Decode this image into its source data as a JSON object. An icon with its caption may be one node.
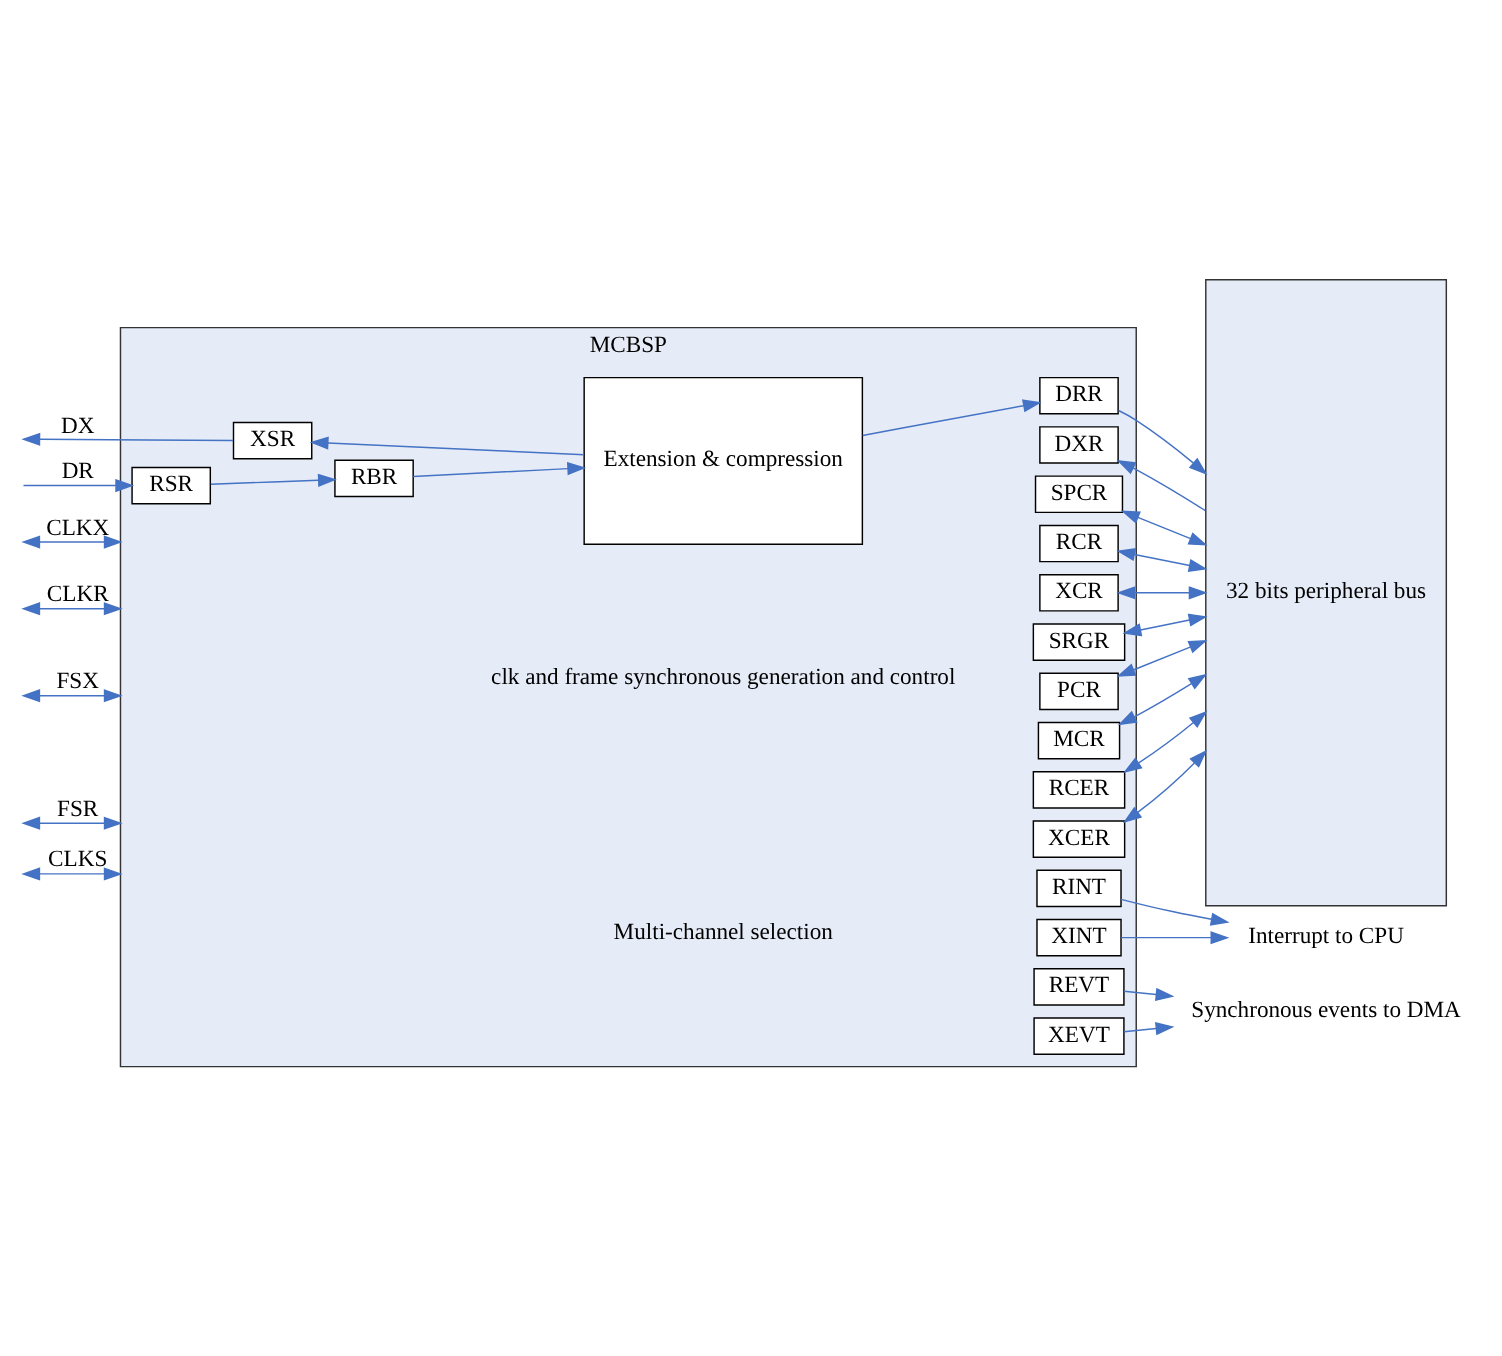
{
  "diagram": {
    "nodes": [
      {
        "text": [
          "MCBSP"
        ]
      },
      {
        "text": [
          "RSR"
        ],
        "in": 0
      },
      {
        "text": [
          "RBR"
        ],
        "in": 0
      },
      {
        "text": [
          "Extension & compression"
        ],
        "in": 0
      },
      {
        "text": [
          "DRR"
        ],
        "in": 0
      },
      {
        "text": [
          "DXR"
        ],
        "in": 0
      },
      {
        "text": [
          "XSR"
        ],
        "in": 0
      },
      {
        "text": [
          "SPCR"
        ],
        "in": 0
      },
      {
        "text": [
          "RCR"
        ],
        "in": 0
      },
      {
        "text": [
          "XCR"
        ],
        "in": 0
      },
      {
        "text": [
          "SRGR"
        ],
        "in": 0
      },
      {
        "text": [
          "PCR"
        ],
        "in": 0
      },
      {
        "text": [
          "MCR"
        ],
        "in": 0
      },
      {
        "text": [
          "RCER"
        ],
        "in": 0
      },
      {
        "text": [
          "XCER"
        ],
        "in": 0
      },
      {
        "text": [
          "RINT"
        ],
        "in": 0
      },
      {
        "text": [
          "XINT"
        ],
        "in": 0
      },
      {
        "text": [
          "REVT"
        ],
        "in": 0
      },
      {
        "text": [
          "XEVT"
        ],
        "in": 0
      },
      {
        "text": [
          "32 bits peripheral bus"
        ]
      },
      {
        "text": [
          "Interrupt to CPU"
        ]
      },
      {
        "text": [
          "Synchronous events to DMA"
        ]
      }
    ],
    "edges": [
      {
        "from": null,
        "to": 1,
        "arrow": "to",
        "label": "DR"
      },
      {
        "from": 1,
        "to": 2,
        "arrow": "to"
      },
      {
        "from": 2,
        "to": 3,
        "arrow": "to"
      },
      {
        "from": 3,
        "to": 4,
        "arrow": "to"
      },
      {
        "from": 4,
        "to": 19,
        "arrow": "to"
      },
      {
        "from": 19,
        "to": 5,
        "arrow": "to"
      },
      {
        "from": 3,
        "to": 6,
        "arrow": "to"
      },
      {
        "from": 6,
        "to": null,
        "arrow": "to",
        "label": "DX"
      },
      {
        "from": 7,
        "to": 19,
        "arrow": "both"
      },
      {
        "from": 8,
        "to": 19,
        "arrow": "both"
      },
      {
        "from": 9,
        "to": 19,
        "arrow": "both"
      },
      {
        "from": 10,
        "to": 19,
        "arrow": "both"
      },
      {
        "from": 11,
        "to": 19,
        "arrow": "both"
      },
      {
        "from": 12,
        "to": 19,
        "arrow": "both"
      },
      {
        "from": 13,
        "to": 19,
        "arrow": "both"
      },
      {
        "from": 14,
        "to": 19,
        "arrow": "both"
      },
      {
        "from": 15,
        "to": 20,
        "arrow": "to"
      },
      {
        "from": 16,
        "to": 20,
        "arrow": "to"
      },
      {
        "from": 17,
        "to": 21,
        "arrow": "to"
      },
      {
        "from": 18,
        "to": 21,
        "arrow": "to"
      },
      {
        "from": null,
        "to": 0,
        "arrow": "both",
        "label": "CLKX"
      },
      {
        "from": null,
        "to": 0,
        "arrow": "both",
        "label": "CLKR"
      },
      {
        "from": null,
        "to": 0,
        "arrow": "both",
        "label": "FSX"
      },
      {
        "from": null,
        "to": 0,
        "arrow": "both",
        "label": "FSR"
      },
      {
        "from": null,
        "to": 0,
        "arrow": "both",
        "label": "CLKS"
      }
    ],
    "labels": [
      "clk and frame synchronous generation and control",
      "Multi-channel selection"
    ]
  }
}
